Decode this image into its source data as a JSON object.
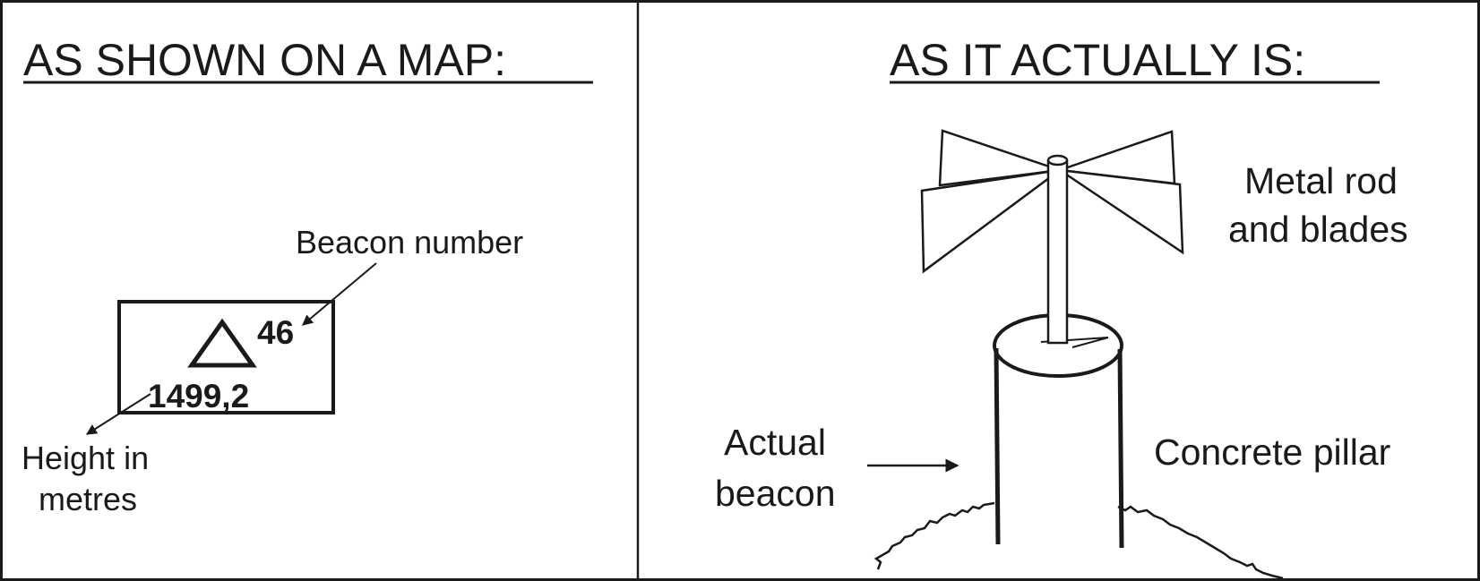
{
  "left_panel": {
    "heading": "AS SHOWN ON A MAP:",
    "callout_beacon_number": "Beacon number",
    "beacon_number_value": "46",
    "height_value": "1499,2",
    "callout_height": [
      "Height in",
      "metres"
    ],
    "symbol_icon": "triangle-icon"
  },
  "right_panel": {
    "heading": "AS IT ACTUALLY IS:",
    "label_rod": [
      "Metal rod",
      "and blades"
    ],
    "label_pillar": "Concrete pillar",
    "label_actual": [
      "Actual",
      "beacon"
    ],
    "icons": [
      "metal-rod-icon",
      "blades-icon",
      "concrete-pillar-icon",
      "ground-icon"
    ]
  },
  "colors": {
    "ink": "#1a1a1a",
    "background": "#ffffff"
  }
}
